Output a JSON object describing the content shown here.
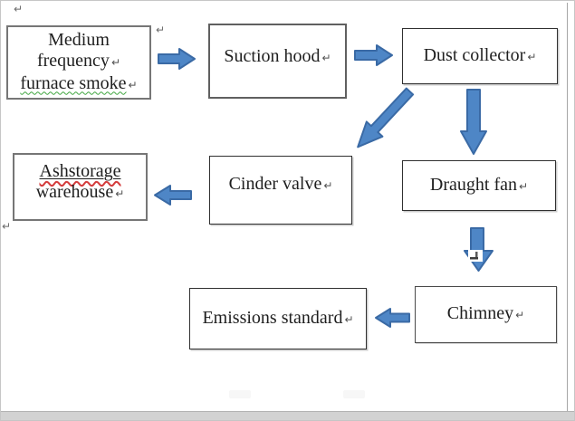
{
  "diagram": {
    "nodes": [
      {
        "id": "medium-frequency-furnace-smoke",
        "lines": [
          "Medium",
          "frequency",
          "furnace smoke"
        ]
      },
      {
        "id": "suction-hood",
        "label": "Suction hood"
      },
      {
        "id": "dust-collector",
        "label": "Dust collector"
      },
      {
        "id": "draught-fan",
        "label": "Draught fan"
      },
      {
        "id": "cinder-valve",
        "label": "Cinder valve"
      },
      {
        "id": "ashstorage-warehouse",
        "lines": [
          "Ashstorage",
          "warehouse"
        ]
      },
      {
        "id": "chimney",
        "label": "Chimney"
      },
      {
        "id": "emissions-standard",
        "label": "Emissions standard"
      }
    ],
    "edges": [
      {
        "from": "medium-frequency-furnace-smoke",
        "to": "suction-hood",
        "direction": "right"
      },
      {
        "from": "suction-hood",
        "to": "dust-collector",
        "direction": "right"
      },
      {
        "from": "dust-collector",
        "to": "cinder-valve",
        "direction": "down-left"
      },
      {
        "from": "dust-collector",
        "to": "draught-fan",
        "direction": "down"
      },
      {
        "from": "cinder-valve",
        "to": "ashstorage-warehouse",
        "direction": "left"
      },
      {
        "from": "draught-fan",
        "to": "chimney",
        "direction": "down"
      },
      {
        "from": "chimney",
        "to": "emissions-standard",
        "direction": "left"
      }
    ],
    "marks": {
      "return_symbol": "↵"
    },
    "colors": {
      "arrow_fill": "#4e86c6",
      "arrow_stroke": "#3a6aa5",
      "spellcheck_green": "#3da53d",
      "spellcheck_red": "#d43c3c",
      "box_border_gray": "#767676",
      "box_border_dark": "#303030",
      "page_border": "#c6c6c6",
      "bottom_band": "#d2d2d2"
    }
  }
}
